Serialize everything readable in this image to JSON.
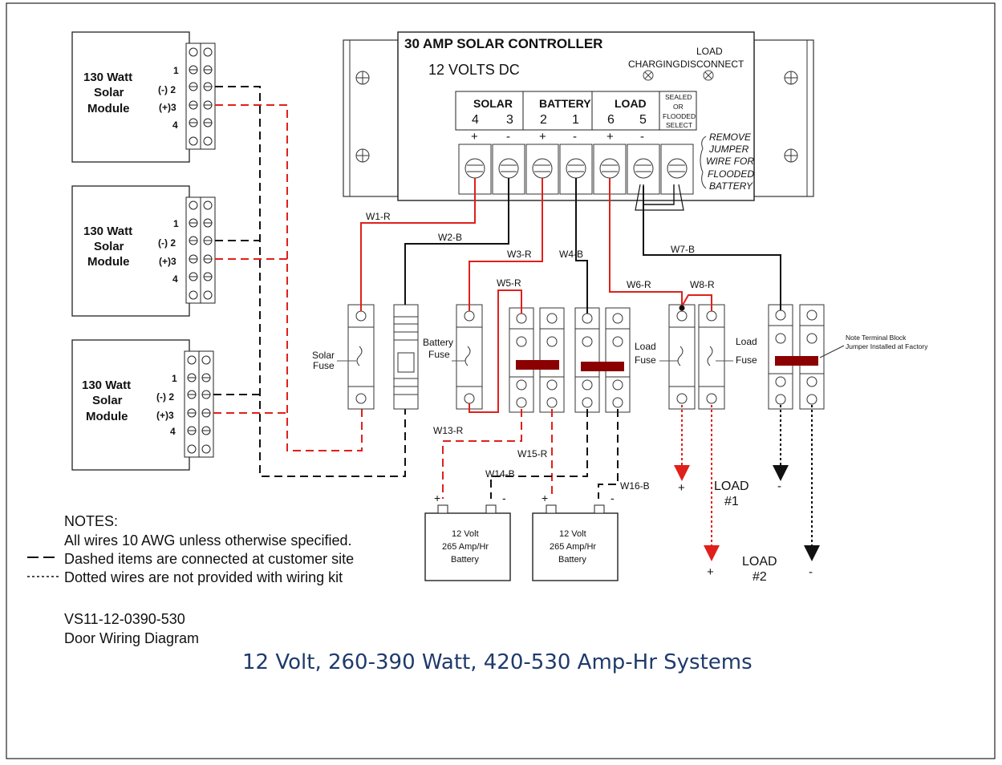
{
  "controller": {
    "title": "30 AMP SOLAR CONTROLLER",
    "voltage": "12 VOLTS DC",
    "charging_label": "CHARGING",
    "load_disconnect_line1": "LOAD",
    "load_disconnect_line2": "DISCONNECT",
    "groups": [
      {
        "name": "SOLAR",
        "numbers": [
          "4",
          "3"
        ]
      },
      {
        "name": "BATTERY",
        "numbers": [
          "2",
          "1"
        ]
      },
      {
        "name": "LOAD",
        "numbers": [
          "6",
          "5"
        ]
      }
    ],
    "select_lines": [
      "SEALED",
      "OR",
      "FLOODED",
      "SELECT"
    ],
    "polarity": [
      "+",
      "-",
      "+",
      "-",
      "+",
      "-"
    ],
    "jumper_note": [
      "REMOVE",
      "JUMPER",
      "WIRE FOR",
      "FLOODED",
      "BATTERY"
    ]
  },
  "modules": [
    {
      "line1": "130 Watt",
      "line2": "Solar",
      "line3": "Module",
      "pins": [
        "1",
        "(-) 2",
        "(+)3",
        "4"
      ]
    },
    {
      "line1": "130 Watt",
      "line2": "Solar",
      "line3": "Module",
      "pins": [
        "1",
        "(-) 2",
        "(+)3",
        "4"
      ]
    },
    {
      "line1": "130 Watt",
      "line2": "Solar",
      "line3": "Module",
      "pins": [
        "1",
        "(-) 2",
        "(+)3",
        "4"
      ]
    }
  ],
  "wires": {
    "w1": "W1-R",
    "w2": "W2-B",
    "w3": "W3-R",
    "w4": "W4-B",
    "w5": "W5-R",
    "w6": "W6-R",
    "w7": "W7-B",
    "w8": "W8-R",
    "w13": "W13-R",
    "w14": "W14-B",
    "w15": "W15-R",
    "w16": "W16-B"
  },
  "fuses": {
    "solar": [
      "Solar",
      "Fuse"
    ],
    "battery": [
      "Battery",
      "Fuse"
    ],
    "load1": [
      "Load",
      "Fuse"
    ],
    "load2": [
      "Load",
      "Fuse"
    ]
  },
  "terminal_note": [
    "Note Terminal Block",
    "Jumper Installed at Factory"
  ],
  "batteries": [
    {
      "lines": [
        "12 Volt",
        "265 Amp/Hr",
        "Battery"
      ],
      "plus": "+",
      "minus": "-"
    },
    {
      "lines": [
        "12 Volt",
        "265 Amp/Hr",
        "Battery"
      ],
      "plus": "+",
      "minus": "-"
    }
  ],
  "loads": {
    "load1_plus": "+",
    "load1_minus": "-",
    "load1_line1": "LOAD",
    "load1_line2": "#1",
    "load2_plus": "+",
    "load2_minus": "-",
    "load2_line1": "LOAD",
    "load2_line2": "#2"
  },
  "notes": {
    "heading": "NOTES:",
    "line1": "All wires 10 AWG unless otherwise specified.",
    "line2": "Dashed items are connected at customer site",
    "line3": "Dotted wires are not provided with wiring kit"
  },
  "drawing_id": "VS11-12-0390-530",
  "drawing_name": "Door Wiring Diagram",
  "system_title": "12 Volt, 260-390 Watt, 420-530 Amp-Hr Systems",
  "colors": {
    "red": "#e0201b",
    "black": "#111111",
    "gray": "#777777",
    "title": "#1f3a6b",
    "jumper": "#8b0000"
  }
}
